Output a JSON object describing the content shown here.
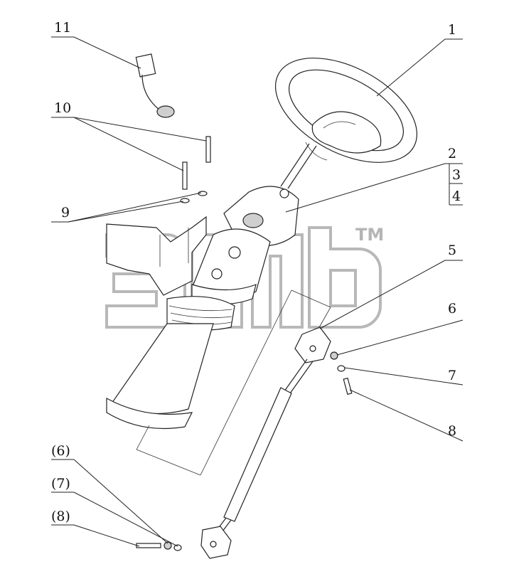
{
  "callouts": {
    "c1": "1",
    "c2": "2",
    "c3": "3",
    "c4": "4",
    "c5": "5",
    "c6": "6",
    "c7": "7",
    "c8": "8",
    "c9": "9",
    "c10": "10",
    "c11": "11",
    "c6p": "(6)",
    "c7p": "(7)",
    "c8p": "(8)"
  },
  "watermark": {
    "mark": "TM"
  },
  "colors": {
    "line": "#222222",
    "watermark": "#b8b8b8",
    "background": "#ffffff"
  }
}
